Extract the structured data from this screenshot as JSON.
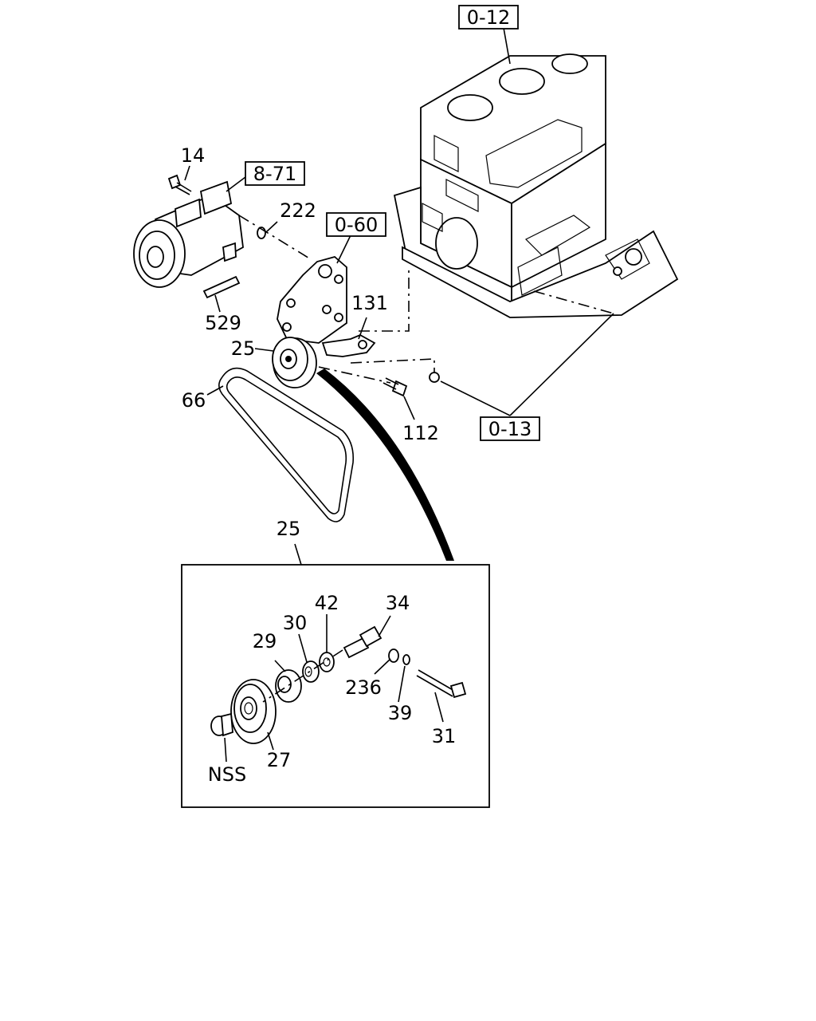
{
  "references": {
    "r012": "0-12",
    "r871": "8-71",
    "r060": "0-60",
    "r013": "0-13"
  },
  "callouts": {
    "c14": "14",
    "c222": "222",
    "c529": "529",
    "c131": "131",
    "c25_upper": "25",
    "c66": "66",
    "c112": "112",
    "c25_detail": "25",
    "c42": "42",
    "c34": "34",
    "c30": "30",
    "c29": "29",
    "c236": "236",
    "c39": "39",
    "c31": "31",
    "c27": "27",
    "cnss": "NSS"
  }
}
